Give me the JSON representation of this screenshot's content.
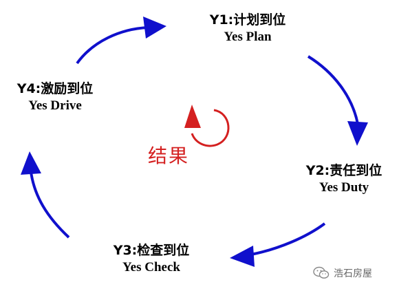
{
  "nodes": {
    "y1": {
      "cn": "Y1:计划到位",
      "en": "Yes Plan"
    },
    "y2": {
      "cn": "Y2:责任到位",
      "en": "Yes Duty"
    },
    "y3": {
      "cn": "Y3:检查到位",
      "en": "Yes Check"
    },
    "y4": {
      "cn": "Y4:激励到位",
      "en": "Yes Drive"
    }
  },
  "center": {
    "label": "结果"
  },
  "watermark": {
    "text": "浩石房屋"
  },
  "colors": {
    "arrow": "#1010cc",
    "center": "#d42020",
    "text": "#000000"
  },
  "icons": [
    "cycle-arrow-icon",
    "wechat-icon"
  ]
}
